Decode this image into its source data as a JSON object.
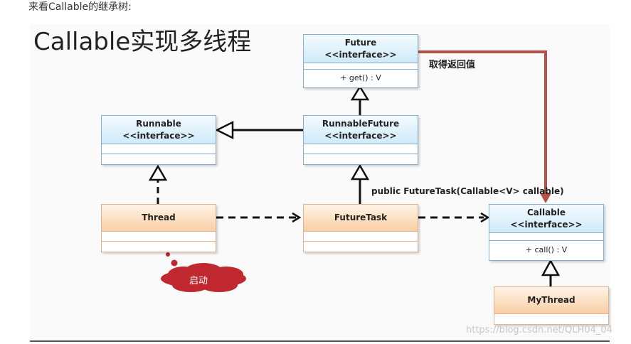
{
  "intro_text": "来看Callable的继承树:",
  "slide_title": "Callable实现多线程",
  "classes": {
    "future": {
      "name": "Future",
      "stereotype": "<<interface>>",
      "method": "+ get() : V"
    },
    "runnable": {
      "name": "Runnable",
      "stereotype": "<<interface>>"
    },
    "runnable_future": {
      "name": "RunnableFuture",
      "stereotype": "<<interface>>"
    },
    "thread": {
      "name": "Thread"
    },
    "future_task": {
      "name": "FutureTask"
    },
    "callable": {
      "name": "Callable",
      "stereotype": "<<interface>>",
      "method": "+ call() : V"
    },
    "my_thread": {
      "name": "MyThread"
    }
  },
  "labels": {
    "return_value": "取得返回值",
    "constructor": "public FutureTask(Callable<V> callable)",
    "start": "启动"
  },
  "watermark": "https://blog.csdn.net/QLH04_04",
  "colors": {
    "interface_fill": "#cfeaf8",
    "class_fill": "#f9cfa5",
    "return_arrow": "#b8504a",
    "start_cloud": "#c0282f"
  }
}
